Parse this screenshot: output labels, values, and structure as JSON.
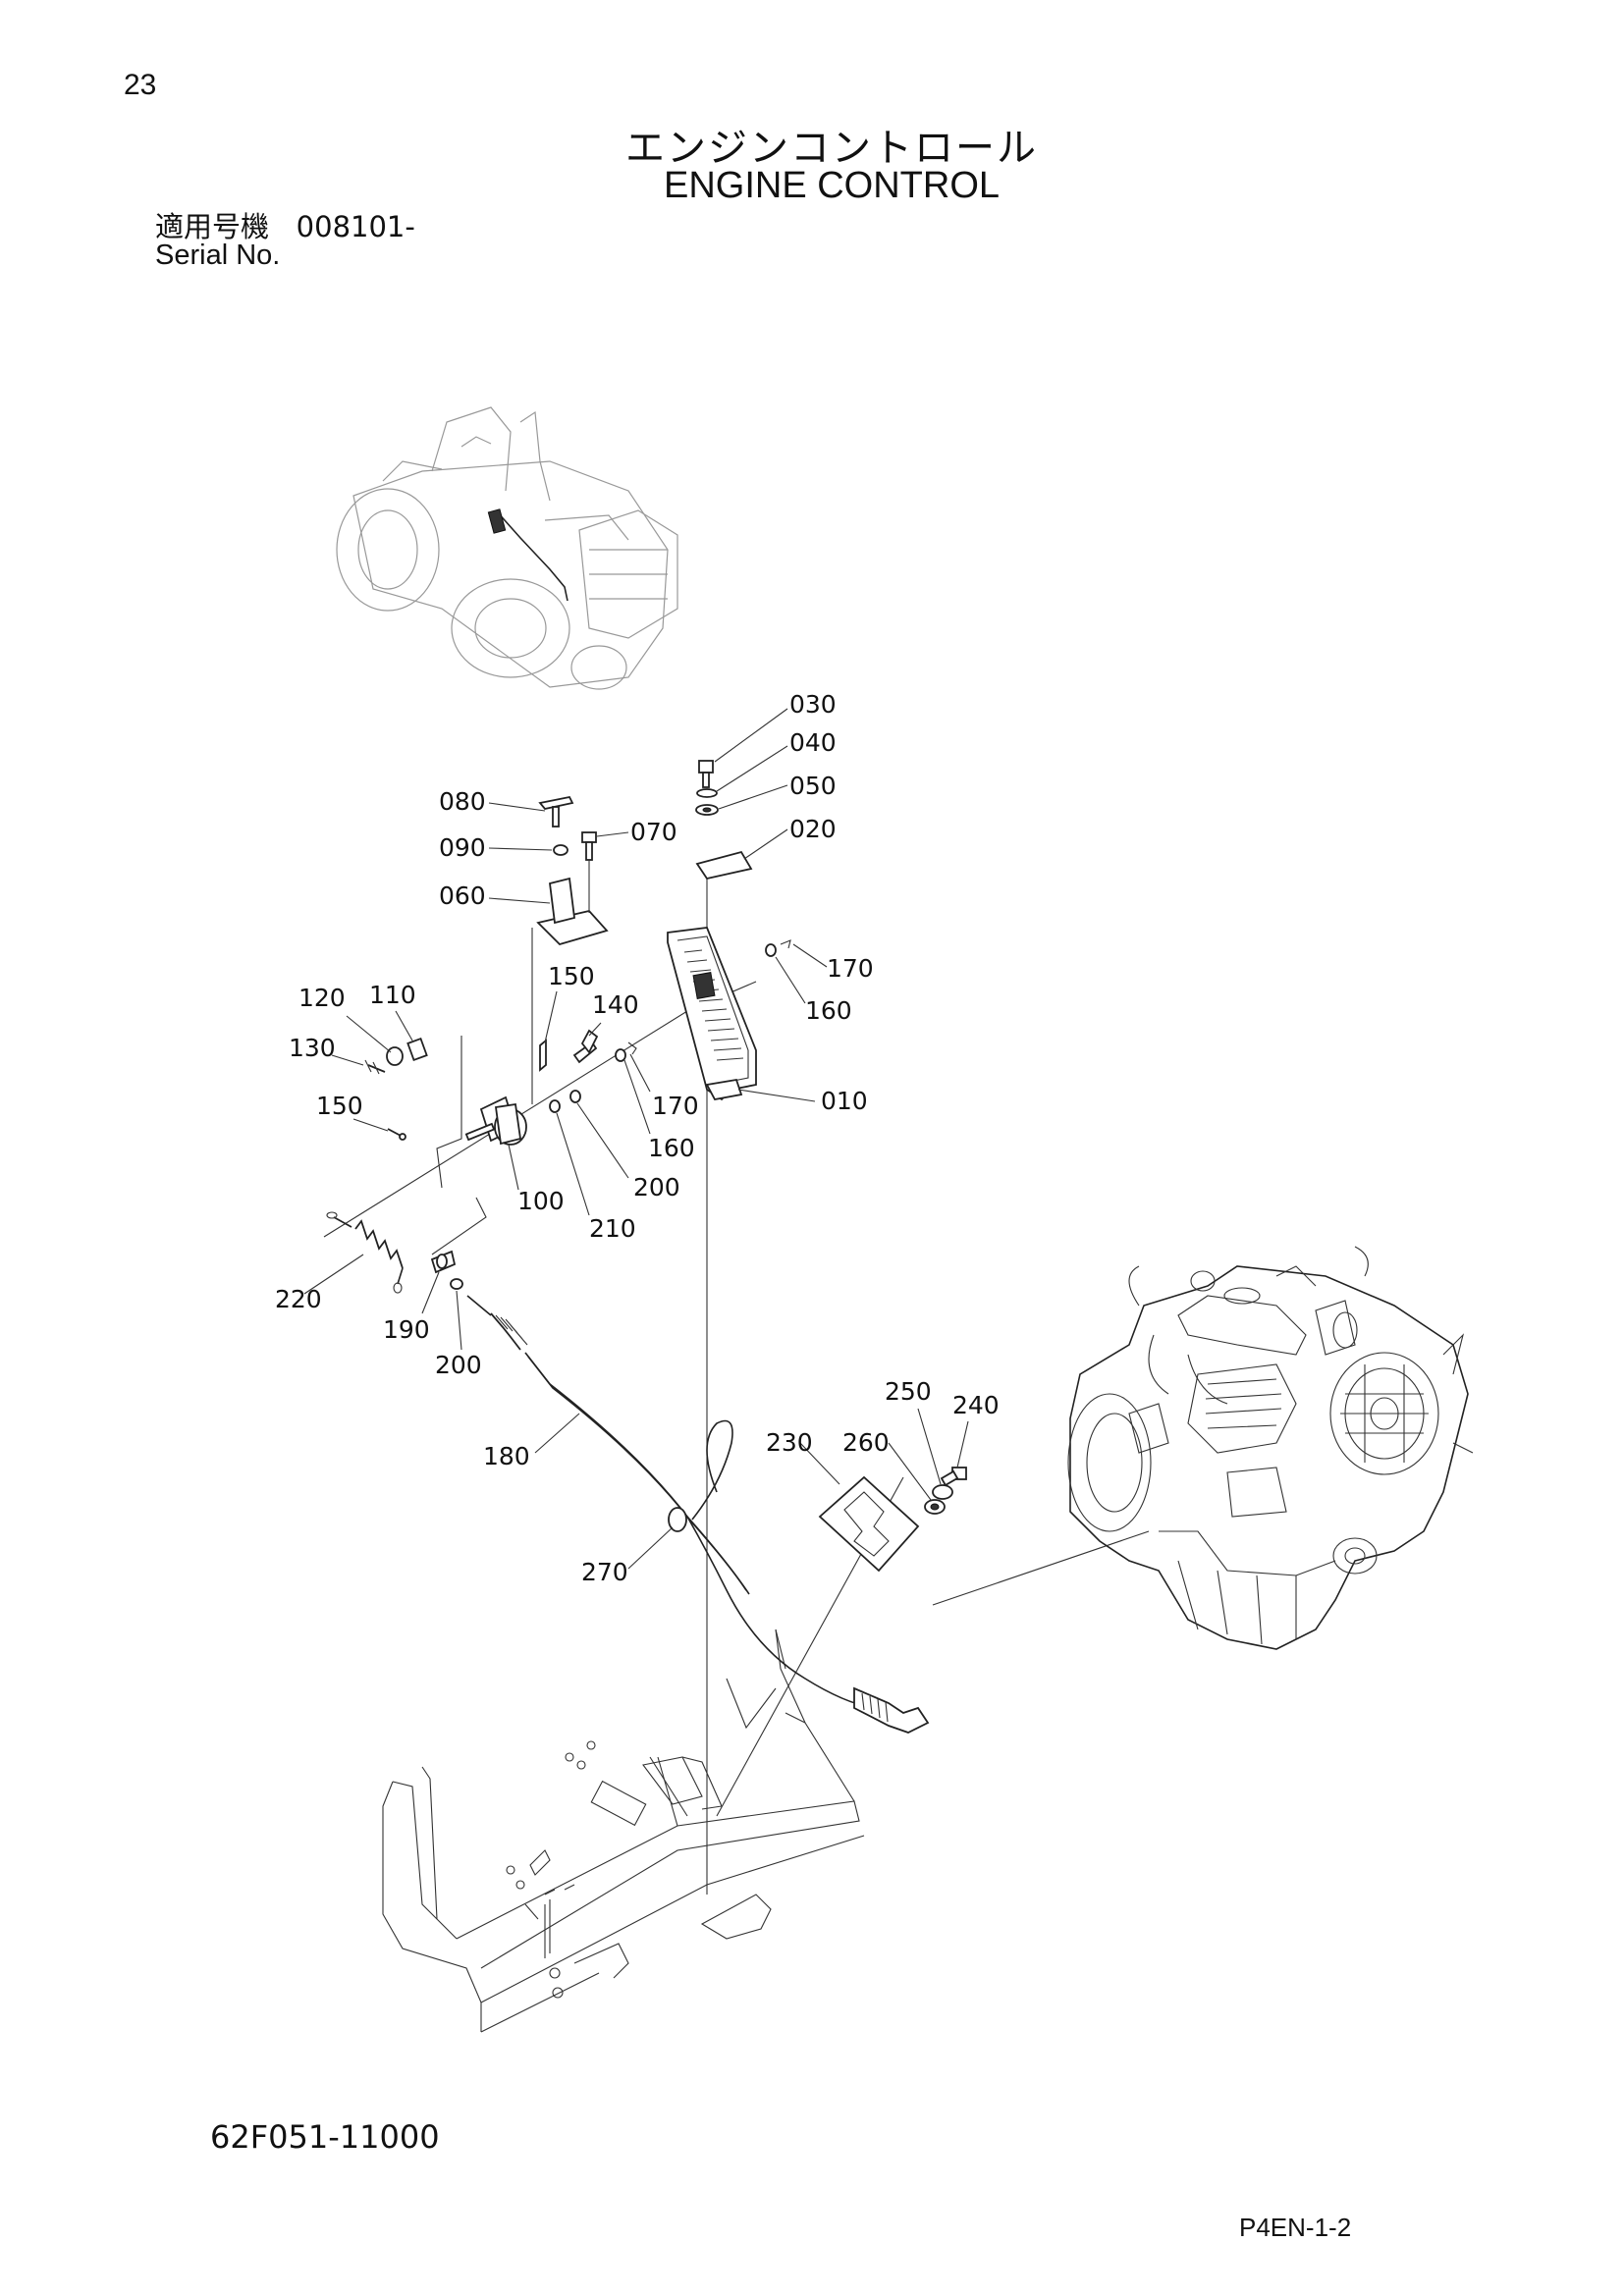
{
  "header": {
    "page_number": "23",
    "title_jp": "エンジンコントロール",
    "title_en": "ENGINE CONTROL",
    "serial_label_jp": "適用号機",
    "serial_value": "008101-",
    "serial_label_en": "Serial No."
  },
  "footer": {
    "drawing_number": "62F051-11000",
    "sheet_code": "P4EN-1-2"
  },
  "part_labels": [
    {
      "id": "p030",
      "text": "030"
    },
    {
      "id": "p040",
      "text": "040"
    },
    {
      "id": "p050",
      "text": "050"
    },
    {
      "id": "p020",
      "text": "020"
    },
    {
      "id": "p080",
      "text": "080"
    },
    {
      "id": "p090",
      "text": "090"
    },
    {
      "id": "p070",
      "text": "070"
    },
    {
      "id": "p060",
      "text": "060"
    },
    {
      "id": "p170a",
      "text": "170"
    },
    {
      "id": "p160a",
      "text": "160"
    },
    {
      "id": "p120",
      "text": "120"
    },
    {
      "id": "p110",
      "text": "110"
    },
    {
      "id": "p150a",
      "text": "150"
    },
    {
      "id": "p140",
      "text": "140"
    },
    {
      "id": "p130",
      "text": "130"
    },
    {
      "id": "p150b",
      "text": "150"
    },
    {
      "id": "p170b",
      "text": "170"
    },
    {
      "id": "p010",
      "text": "010"
    },
    {
      "id": "p160b",
      "text": "160"
    },
    {
      "id": "p200a",
      "text": "200"
    },
    {
      "id": "p100",
      "text": "100"
    },
    {
      "id": "p210",
      "text": "210"
    },
    {
      "id": "p220",
      "text": "220"
    },
    {
      "id": "p190",
      "text": "190"
    },
    {
      "id": "p200b",
      "text": "200"
    },
    {
      "id": "p250",
      "text": "250"
    },
    {
      "id": "p240",
      "text": "240"
    },
    {
      "id": "p230",
      "text": "230"
    },
    {
      "id": "p260",
      "text": "260"
    },
    {
      "id": "p180",
      "text": "180"
    },
    {
      "id": "p270",
      "text": "270"
    }
  ]
}
